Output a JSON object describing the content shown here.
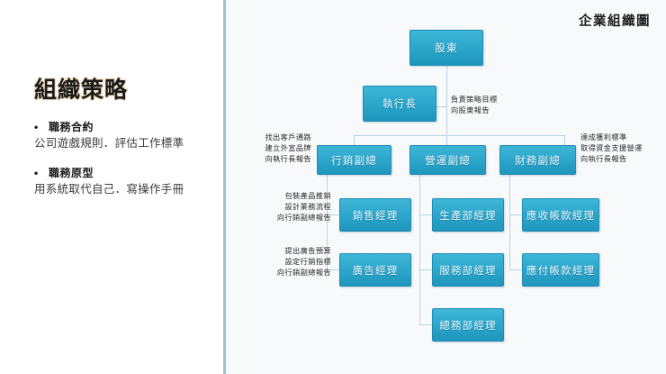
{
  "left": {
    "title": "組織策略",
    "bullets": [
      {
        "marker": "•",
        "heading": "職務合約",
        "sub": "公司遊戲規則．評估工作標準"
      },
      {
        "marker": "•",
        "heading": "職務原型",
        "sub": "用系統取代自己．寫操作手冊"
      }
    ]
  },
  "right": {
    "title": "企業組織圖"
  },
  "chart_data": {
    "type": "diagram",
    "title": "企業組織圖",
    "node_fill_top": "#3fb6d6",
    "node_fill_bottom": "#1f96bd",
    "node_text_color": "#eaf7fd",
    "connector_color": "#b8d4e0",
    "nodes": [
      {
        "id": "shareholder",
        "label": "股東",
        "level": 0
      },
      {
        "id": "ceo",
        "label": "執行長",
        "level": 1
      },
      {
        "id": "vp_mkt",
        "label": "行銷副總",
        "level": 2
      },
      {
        "id": "vp_ops",
        "label": "營運副總",
        "level": 2
      },
      {
        "id": "vp_fin",
        "label": "財務副總",
        "level": 2
      },
      {
        "id": "mgr_sales",
        "label": "銷售經理",
        "level": 3
      },
      {
        "id": "mgr_ad",
        "label": "廣告經理",
        "level": 3
      },
      {
        "id": "mgr_prod",
        "label": "生產部經理",
        "level": 3
      },
      {
        "id": "mgr_svc",
        "label": "服務部經理",
        "level": 3
      },
      {
        "id": "mgr_admin",
        "label": "總務部經理",
        "level": 3
      },
      {
        "id": "mgr_ar",
        "label": "應收帳款經理",
        "level": 3
      },
      {
        "id": "mgr_ap",
        "label": "應付帳款經理",
        "level": 3
      }
    ],
    "edges": [
      {
        "from": "shareholder",
        "to": "ceo"
      },
      {
        "from": "shareholder",
        "to": "vp_mkt"
      },
      {
        "from": "shareholder",
        "to": "vp_ops"
      },
      {
        "from": "shareholder",
        "to": "vp_fin"
      },
      {
        "from": "vp_mkt",
        "to": "mgr_sales"
      },
      {
        "from": "vp_mkt",
        "to": "mgr_ad"
      },
      {
        "from": "vp_ops",
        "to": "mgr_prod"
      },
      {
        "from": "vp_ops",
        "to": "mgr_svc"
      },
      {
        "from": "vp_ops",
        "to": "mgr_admin"
      },
      {
        "from": "vp_fin",
        "to": "mgr_ar"
      },
      {
        "from": "vp_fin",
        "to": "mgr_ap"
      }
    ],
    "annotations": [
      {
        "id": "note_ceo",
        "for": "ceo",
        "text": "負責策略目標\n向股東報告",
        "align": "left"
      },
      {
        "id": "note_mkt",
        "for": "vp_mkt",
        "text": "找出客戶通路\n建立外宣品牌\n向執行長報告",
        "align": "right"
      },
      {
        "id": "note_fin",
        "for": "vp_fin",
        "text": "達成獲利標準\n取得資金支援營運\n向執行長報告",
        "align": "left"
      },
      {
        "id": "note_sales",
        "for": "mgr_sales",
        "text": "包裝產品推銷\n設計業務流程\n向行銷副總報告",
        "align": "right"
      },
      {
        "id": "note_ad",
        "for": "mgr_ad",
        "text": "提出廣告預算\n設定行銷指標\n向行銷副總報告",
        "align": "right"
      }
    ]
  }
}
